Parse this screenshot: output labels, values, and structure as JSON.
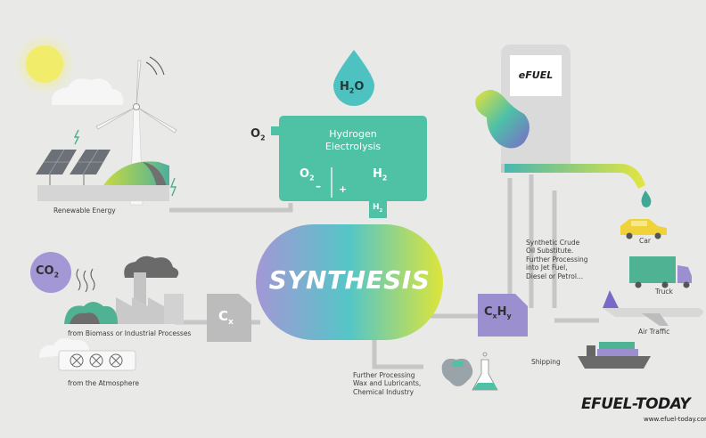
{
  "molecules": {
    "h2o": "H",
    "h2o_sub": "2",
    "h2o_tail": "O",
    "o2": "O",
    "o2_sub": "2",
    "co2": "CO",
    "co2_sub": "2",
    "cx": "C",
    "cx_sub": "x",
    "cxhy_c": "C",
    "cxhy_x": "x",
    "cxhy_h": "H",
    "cxhy_y": "y"
  },
  "electrolysis": {
    "title_line1": "Hydrogen",
    "title_line2": "Electrolysis",
    "o2": "O",
    "o2_sub": "2",
    "h2": "H",
    "h2_sub": "2",
    "minus": "–",
    "plus": "+",
    "outlet_h": "H",
    "outlet_sub": "2"
  },
  "synthesis": "SYNTHESIS",
  "pump_logo": "eFUEL",
  "labels": {
    "renewable": "Renewable Energy",
    "biomass": "from Biomass or Industrial Processes",
    "atmosphere": "from the Atmosphere",
    "further1": "Further Processing",
    "further2": "Wax and Lubricants,",
    "further3": "Chemical Industry",
    "synthetic1": "Synthetic Crude",
    "synthetic2": "Oil Substitute.",
    "synthetic3": "Further Processing",
    "synthetic4": "into Jet Fuel,",
    "synthetic5": "Diesel or Petrol...",
    "car": "Car",
    "truck": "Truck",
    "air": "Air Traffic",
    "shipping": "Shipping"
  },
  "brand": {
    "logo": "EFUEL-TODAY",
    "url": "www.efuel-today.com"
  },
  "colors": {
    "teal": "#4fc2a6",
    "lime": "#d6e336",
    "purple": "#9b8fcf",
    "grey": "#bdbdbd"
  }
}
